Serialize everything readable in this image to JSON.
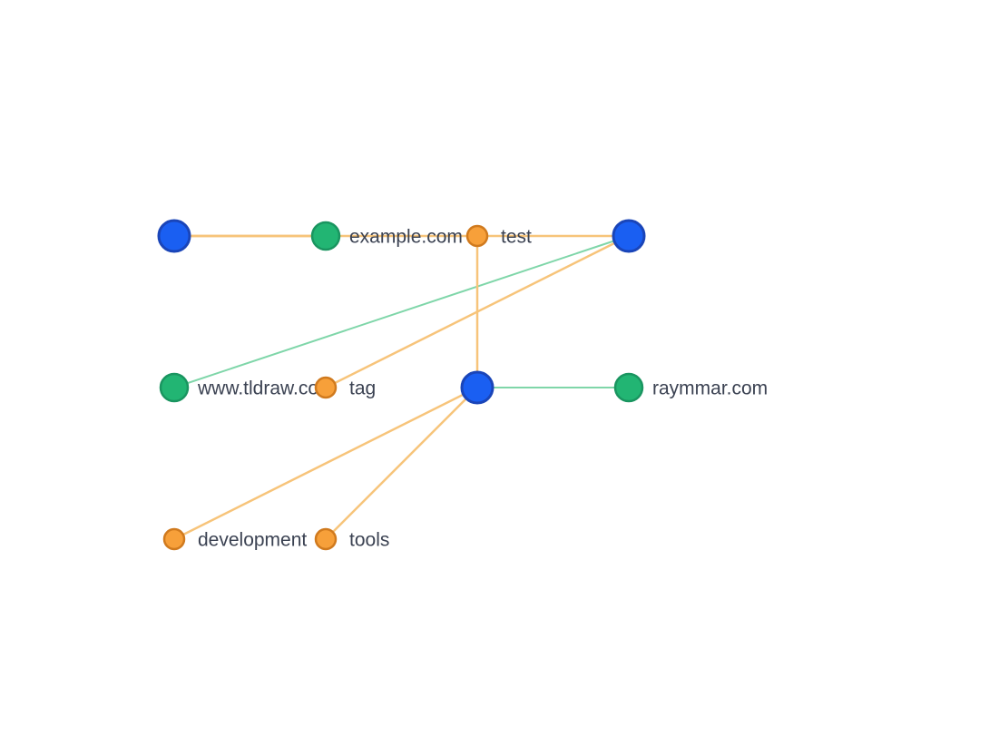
{
  "colors": {
    "bookmark": "#1a5ff2",
    "bookmark_stroke": "#1a45b8",
    "domain": "#22b573",
    "domain_stroke": "#1a9560",
    "tag": "#f7a03a",
    "tag_stroke": "#d07a1e",
    "edge_domain": "#7fd6a9",
    "edge_tag": "#f7c47a",
    "edge_tag_strong": "#e6ac52",
    "label": "#3b4252"
  },
  "nodes": [
    {
      "id": "b1",
      "type": "bookmark",
      "label": ""
    },
    {
      "id": "d-example",
      "type": "domain",
      "label": "example.com"
    },
    {
      "id": "t-test",
      "type": "tag",
      "label": "test"
    },
    {
      "id": "b2",
      "type": "bookmark",
      "label": ""
    },
    {
      "id": "d-tldraw",
      "type": "domain",
      "label": "www.tldraw.com"
    },
    {
      "id": "t-tag",
      "type": "tag",
      "label": "tag"
    },
    {
      "id": "b3",
      "type": "bookmark",
      "label": ""
    },
    {
      "id": "d-raymmar",
      "type": "domain",
      "label": "raymmar.com"
    },
    {
      "id": "t-development",
      "type": "tag",
      "label": "development"
    },
    {
      "id": "t-tools",
      "type": "tag",
      "label": "tools"
    }
  ],
  "edges": [
    {
      "from": "b1",
      "to": "d-example",
      "kind": "domain_strong"
    },
    {
      "from": "b1",
      "to": "t-test",
      "kind": "tag_strong"
    },
    {
      "from": "t-test",
      "to": "b2",
      "kind": "tag"
    },
    {
      "from": "b2",
      "to": "d-tldraw",
      "kind": "domain"
    },
    {
      "from": "b2",
      "to": "t-tag",
      "kind": "tag"
    },
    {
      "from": "t-test",
      "to": "b3",
      "kind": "tag"
    },
    {
      "from": "b3",
      "to": "d-raymmar",
      "kind": "domain"
    },
    {
      "from": "b3",
      "to": "t-development",
      "kind": "tag"
    },
    {
      "from": "b3",
      "to": "t-tools",
      "kind": "tag"
    }
  ]
}
